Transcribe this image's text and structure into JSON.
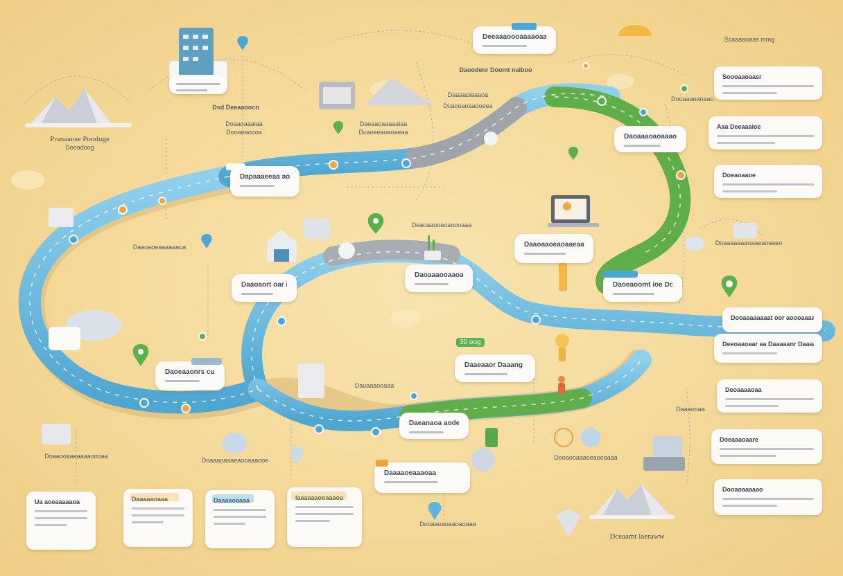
{
  "colors": {
    "background": "#f4d897",
    "road_blue": "#5fb6dc",
    "road_green": "#5fae4a",
    "road_grey": "#a7adb3",
    "pin_green": "#5bb04c",
    "pin_orange": "#f2a23a",
    "pin_blue": "#4aa8d8"
  },
  "header_labels": {
    "top_left_title": "Pranaanse Pooduge",
    "top_left_sub": "Dooadoog",
    "top_center_title": "Daoodenr Doomt naiboo",
    "top_right_title": "Scaaaaoaas mmg",
    "bottom_right_title": "Dceaamt laeraww"
  },
  "road_cards": [
    {
      "id": "c1",
      "title": "Deeaaaoooaaaaoaaaeeaa"
    },
    {
      "id": "c2",
      "title": "Dapaaaeeaa aoooamng"
    },
    {
      "id": "c3",
      "title": "Daoeaoomt ioe Doaaoe"
    },
    {
      "id": "c4",
      "title": "Daaoaort oar inoing"
    },
    {
      "id": "c5",
      "title": "Daaoaaoeaoaaeaaaaoaaa"
    },
    {
      "id": "c6",
      "title": "Daoaaaooaaoaaao"
    },
    {
      "id": "c7",
      "title": "Daoaaaoaoaaao"
    },
    {
      "id": "c8",
      "title": "Daoeaaonrs cu Deoaam"
    },
    {
      "id": "c9",
      "title": "Daaeaaor Daaang"
    },
    {
      "id": "c10",
      "title": "Daeanaoa aodet"
    },
    {
      "id": "c11",
      "title": "Daaaaoeaaaoaa"
    }
  ],
  "side_boxes": [
    {
      "id": "s1",
      "title": "Soooaaoaasr"
    },
    {
      "id": "s2",
      "title": "Aaa Deeaaaioe"
    },
    {
      "id": "s3",
      "title": "Doeaoaaoe"
    },
    {
      "id": "s4",
      "title": "Dooaaaaaaaat oor aoooaaaad"
    },
    {
      "id": "s5",
      "title": "Deeoaaoaar aa Daaaaanr Daaaa"
    },
    {
      "id": "s6",
      "title": "Deoaaaaoaa"
    },
    {
      "id": "s7",
      "title": "Doeaaaoaare"
    },
    {
      "id": "s8",
      "title": "Dooaoaaaaao"
    }
  ],
  "bottom_cards": [
    {
      "id": "b1",
      "title": "Ua aoeaaaaaoa"
    },
    {
      "id": "b2",
      "title": "Daaaaaoaaa"
    },
    {
      "id": "b3",
      "title": "Daaaaoaaaa"
    },
    {
      "id": "b4",
      "title": "Iaaaaaaooaaaoa"
    }
  ],
  "floating_labels": [
    {
      "id": "f1",
      "text": "Dsd Deeaaoocn"
    },
    {
      "id": "f2",
      "text": "Doaaoaaaiaa"
    },
    {
      "id": "f3",
      "text": "Dooaeaoooa"
    },
    {
      "id": "f4",
      "text": "Daeaaoaaaaaiaa"
    },
    {
      "id": "f5",
      "text": "Dcaoeeaoaoaeaa"
    },
    {
      "id": "f6",
      "text": "Daaaaoiaaaoa"
    },
    {
      "id": "f7",
      "text": "Dcaooaoaaooeea"
    },
    {
      "id": "f8",
      "text": "Daaoaoeaaaaaaoa"
    },
    {
      "id": "f9",
      "text": "Deaoaaooaoaoooaaa"
    },
    {
      "id": "f10",
      "text": "Doaaooaaaaaaaoooaa"
    },
    {
      "id": "f11",
      "text": "Doaaaoaaaeaooaaaooe"
    },
    {
      "id": "f12",
      "text": "Dauaaaooaaa"
    },
    {
      "id": "f13",
      "text": "Dooaaoaoaaoaoaaa"
    },
    {
      "id": "f14",
      "text": "Dooaooaaaoeaoeaaaa"
    },
    {
      "id": "f15",
      "text": "Daaaooaa"
    },
    {
      "id": "f16",
      "text": "Dooaaaeaoaao"
    },
    {
      "id": "f17",
      "text": "Doaaaaaaaoaaeaoaaeo"
    }
  ],
  "badge": "30 oog"
}
